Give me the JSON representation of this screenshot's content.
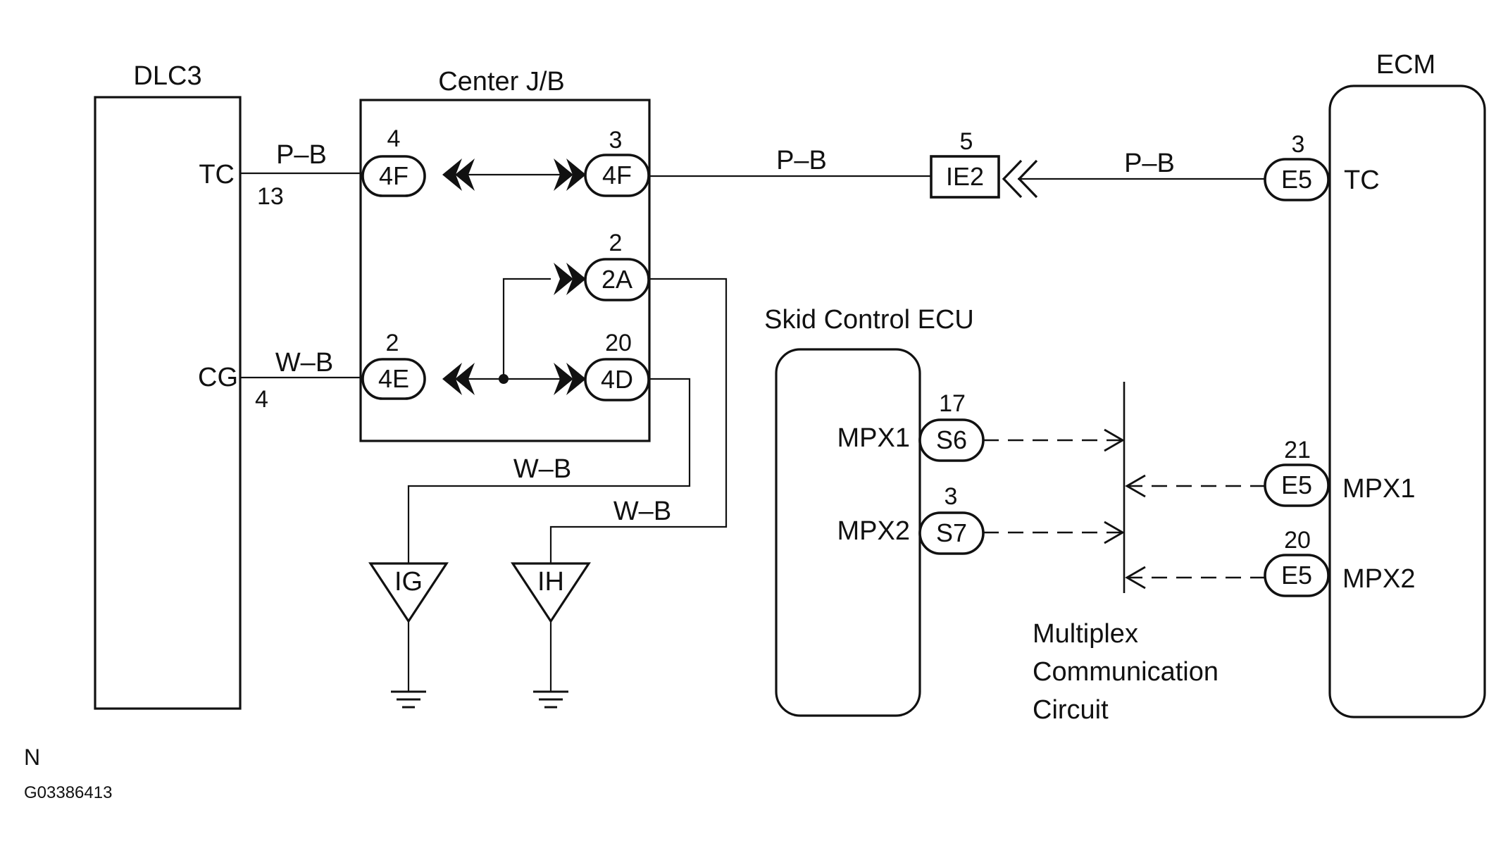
{
  "components": {
    "dlc3": {
      "title": "DLC3",
      "pin_tc": "TC",
      "pin_cg": "CG"
    },
    "center_jb": {
      "title": "Center J/B"
    },
    "ecm": {
      "title": "ECM",
      "pin_tc": "TC",
      "pin_mpx1": "MPX1",
      "pin_mpx2": "MPX2"
    },
    "skid_ecu": {
      "title": "Skid Control ECU",
      "pin_mpx1": "MPX1",
      "pin_mpx2": "MPX2"
    }
  },
  "connectors": {
    "jb_4f_left": {
      "code": "4F",
      "pin": "4"
    },
    "jb_4f_right": {
      "code": "4F",
      "pin": "3"
    },
    "jb_2a": {
      "code": "2A",
      "pin": "2"
    },
    "jb_4e": {
      "code": "4E",
      "pin": "2"
    },
    "jb_4d": {
      "code": "4D",
      "pin": "20"
    },
    "ie2": {
      "code": "IE2",
      "pin": "5"
    },
    "ecm_tc": {
      "code": "E5",
      "pin": "3"
    },
    "ecm_mpx1": {
      "code": "E5",
      "pin": "21"
    },
    "ecm_mpx2": {
      "code": "E5",
      "pin": "20"
    },
    "skid_mpx1": {
      "code": "S6",
      "pin": "17"
    },
    "skid_mpx2": {
      "code": "S7",
      "pin": "3"
    }
  },
  "dlc3_pins": {
    "tc": "13",
    "cg": "4"
  },
  "wires": {
    "tc_dlc_jb": "P–B",
    "tc_jb_ie2": "P–B",
    "tc_ie2_ecm": "P–B",
    "cg_dlc_jb": "W–B",
    "ground_ig": "W–B",
    "ground_ih": "W–B"
  },
  "grounds": {
    "ig": "IG",
    "ih": "IH"
  },
  "multiplex": {
    "line1": "Multiplex",
    "line2": "Communication",
    "line3": "Circuit"
  },
  "footer": {
    "marker": "N",
    "figure_id": "G03386413"
  }
}
